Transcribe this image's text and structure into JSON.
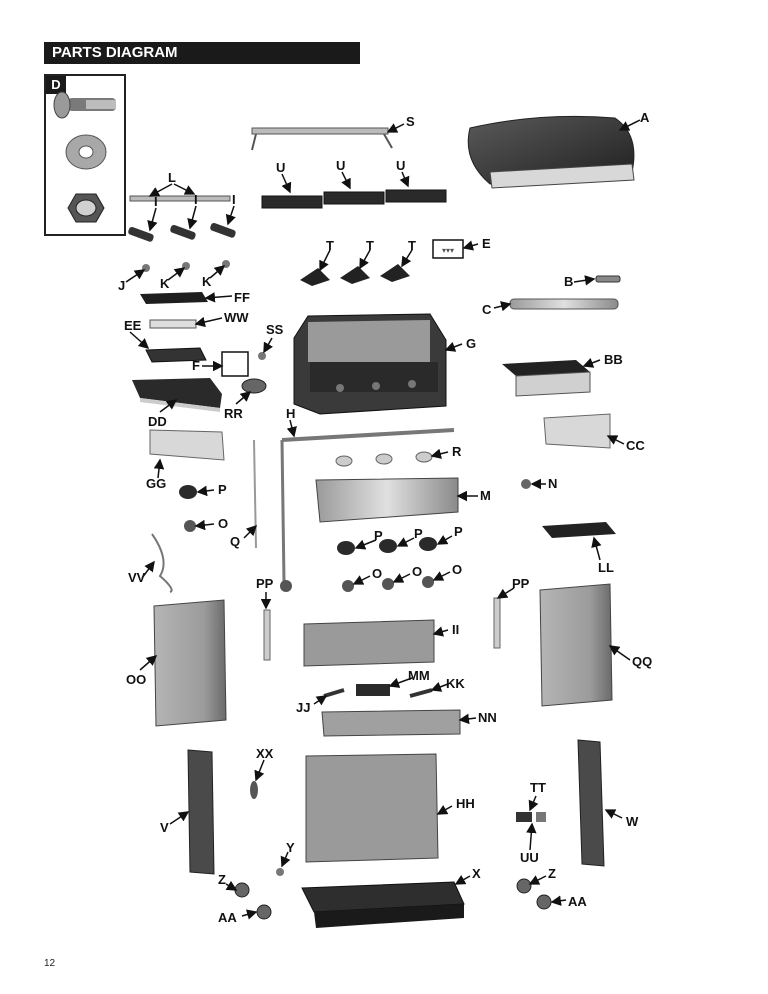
{
  "header": {
    "title": "PARTS DIAGRAM"
  },
  "inset": {
    "tag": "D"
  },
  "labels": {
    "A": "A",
    "B": "B",
    "C": "C",
    "E": "E",
    "F": "F",
    "FF": "FF",
    "G": "G",
    "H": "H",
    "I": "I",
    "J": "J",
    "K": "K",
    "L": "L",
    "M": "M",
    "N": "N",
    "O": "O",
    "P": "P",
    "Q": "Q",
    "R": "R",
    "S": "S",
    "SS": "SS",
    "T": "T",
    "U": "U",
    "V": "V",
    "W": "W",
    "X": "X",
    "Y": "Y",
    "Z": "Z",
    "AA": "AA",
    "BB": "BB",
    "CC": "CC",
    "DD": "DD",
    "EE": "EE",
    "GG": "GG",
    "HH": "HH",
    "II": "II",
    "JJ": "JJ",
    "KK": "KK",
    "LL": "LL",
    "MM": "MM",
    "NN": "NN",
    "OO": "OO",
    "PP": "PP",
    "QQ": "QQ",
    "RR": "RR",
    "TT": "TT",
    "UU": "UU",
    "VV": "VV",
    "WW": "WW",
    "XX": "XX"
  },
  "footer": {
    "page_number": "12"
  },
  "colors": {
    "part_dark": "#2b2b2b",
    "part_mid": "#8a8a8a",
    "part_light": "#d6d6d6",
    "header_bg": "#1a1a1a"
  }
}
